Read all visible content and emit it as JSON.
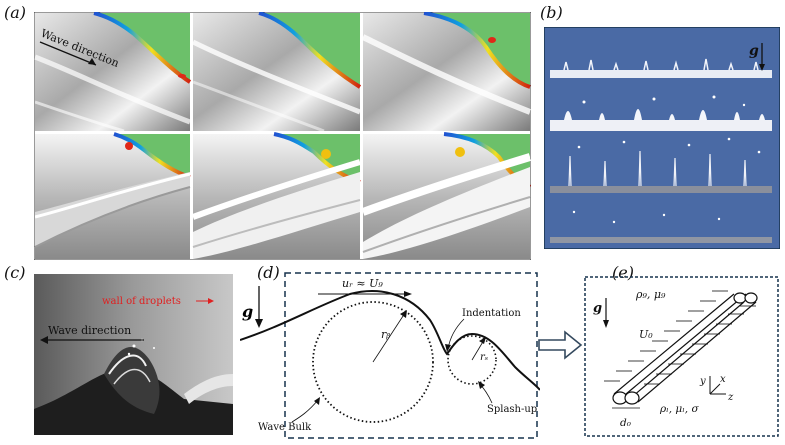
{
  "panel_labels": {
    "a": "(a)",
    "b": "(b)",
    "c": "(c)",
    "d": "(d)",
    "e": "(e)"
  },
  "panel_a": {
    "annotation": "Wave direction"
  },
  "panel_b": {
    "gravity": "g"
  },
  "panel_c": {
    "annotation_wall": "wall of droplets",
    "annotation_wave": "Wave direction",
    "gravity": "g"
  },
  "panel_d": {
    "velocity": "uᵣ ≈ U₉",
    "indentation": "Indentation",
    "rb": "rᵦ",
    "rs": "rₛ",
    "wave_bulk": "Wave Bulk",
    "splash_up": "Splash-up"
  },
  "panel_e": {
    "gravity": "g",
    "gas_props": "ρ₉, μ₉",
    "U0": "U₀",
    "liquid_props": "ρₗ, μₗ, σ",
    "d0": "d₀",
    "axis_y": "y",
    "axis_x": "x",
    "axis_z": "z"
  },
  "colors": {
    "frame_dark": "#17324d",
    "blue_bg": "#4a6aa5",
    "green_field": "#6cc06a",
    "red_text": "#e02020",
    "arrow_outline": "#34495e"
  }
}
